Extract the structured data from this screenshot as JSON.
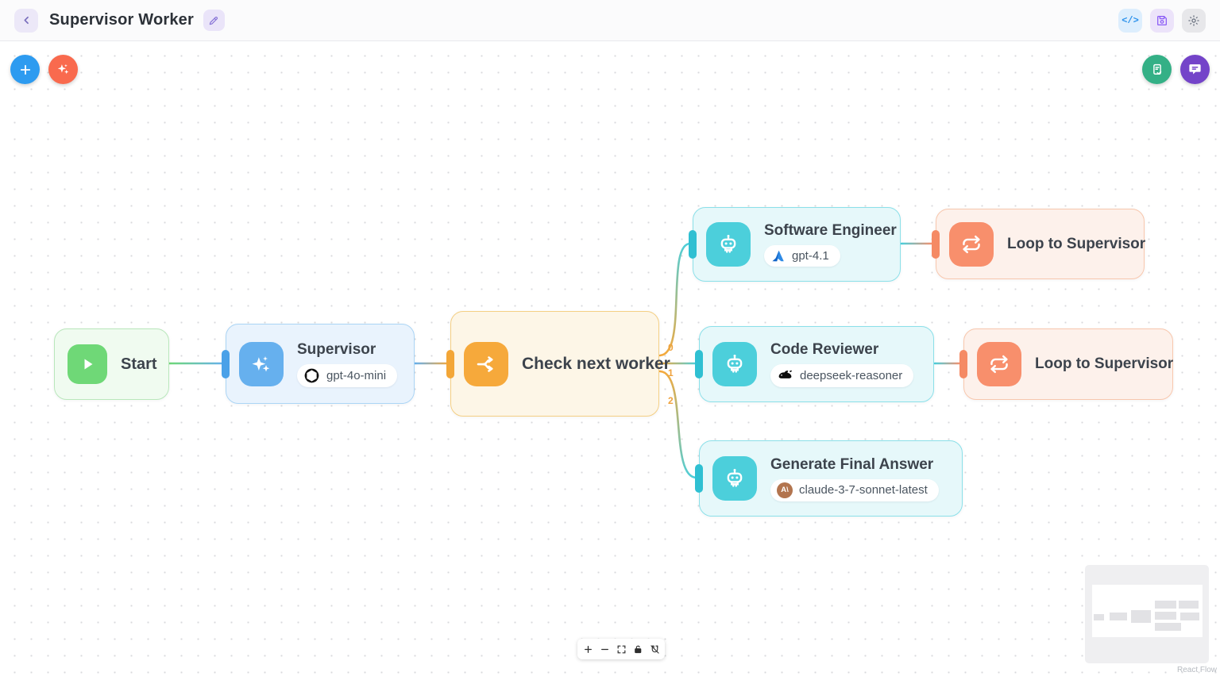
{
  "header": {
    "title": "Supervisor Worker",
    "code_button": "</>"
  },
  "nodes": {
    "start": {
      "title": "Start"
    },
    "supervisor": {
      "title": "Supervisor",
      "model": "gpt-4o-mini",
      "provider": "OpenAI"
    },
    "check_next_worker": {
      "title": "Check next worker"
    },
    "software_engineer": {
      "title": "Software Engineer",
      "model": "gpt-4.1",
      "provider": "Azure"
    },
    "code_reviewer": {
      "title": "Code Reviewer",
      "model": "deepseek-reasoner",
      "provider": "DeepSeek"
    },
    "generate_final_answer": {
      "title": "Generate Final Answer",
      "model": "claude-3-7-sonnet-latest",
      "provider": "Anthropic"
    },
    "loop_to_supervisor_top": {
      "title": "Loop to Supervisor"
    },
    "loop_to_supervisor_bottom": {
      "title": "Loop to Supervisor"
    }
  },
  "edges": {
    "labels": [
      "0",
      "1",
      "2"
    ]
  },
  "anthropic_glyph": "A\\",
  "attribution": "React Flow",
  "colors": {
    "start_green": "#6fd877",
    "supervisor_blue": "#66b0ee",
    "branch_amber": "#f6a93b",
    "agent_teal": "#4ccfdb",
    "loop_salmon": "#f88f6c",
    "add_button_blue": "#2d9bf0",
    "ai_button_coral": "#f96a4e",
    "notes_button_green": "#34b086",
    "chat_button_purple": "#7444c9",
    "edge_label_orange": "#efa23d"
  }
}
